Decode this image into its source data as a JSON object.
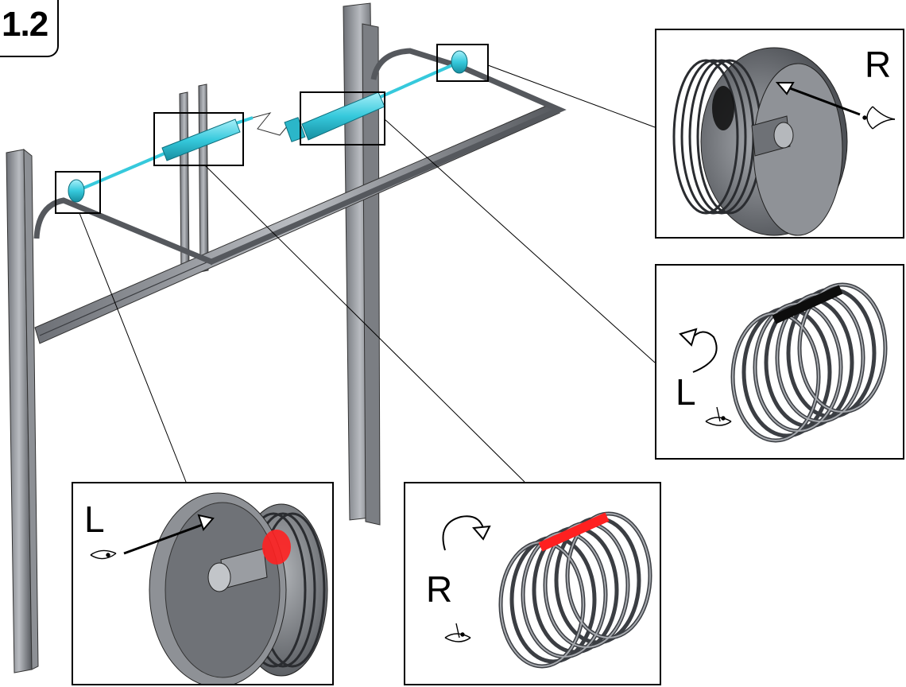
{
  "step": {
    "number": "1.2"
  },
  "insets": {
    "right_drum": {
      "side_label": "R"
    },
    "left_spring": {
      "side_label": "L"
    },
    "left_drum": {
      "side_label": "L"
    },
    "right_spring": {
      "side_label": "R"
    }
  },
  "colors": {
    "shaft_cyan": "#36c9dc",
    "marker_red": "#ff2020",
    "marker_black": "#111111",
    "steel_gray": "#7a7d82"
  },
  "icons": [
    "eye-icon",
    "rotation-arrow-icon",
    "pointer-arrow-icon"
  ]
}
